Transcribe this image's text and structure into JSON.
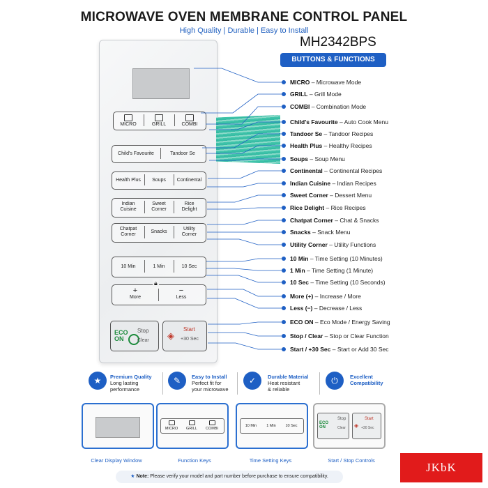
{
  "header": {
    "title": "MICROWAVE OVEN MEMBRANE CONTROL PANEL",
    "subtitle": "High Quality | Durable | Easy to Install",
    "model": "MH2342BPS",
    "banner": "BUTTONS & FUNCTIONS"
  },
  "panel": {
    "row1": [
      "MICRO",
      "GRILL",
      "COMBI"
    ],
    "row2": [
      "Child's Favourite",
      "Tandoor Se"
    ],
    "row3": [
      "Health Plus",
      "Soups",
      "Continental"
    ],
    "row4": [
      "Indian\nCuisine",
      "Sweet\nCorner",
      "Rice\nDelight"
    ],
    "row5": [
      "Chatpat\nCorner",
      "Snacks",
      "Utility\nCorner"
    ],
    "row6": [
      "10 Min",
      "1 Min",
      "10 Sec"
    ],
    "row7": {
      "plus_symbol": "+",
      "plus_label": "More",
      "minus_symbol": "−",
      "minus_label": "Less"
    },
    "eco": {
      "eco": "ECO",
      "on": "ON",
      "stop": "Stop",
      "clear": "Clear"
    },
    "start": {
      "start": "Start",
      "plus30": "+30 Sec"
    }
  },
  "functions": [
    {
      "name": "MICRO",
      "desc": "Microwave Mode"
    },
    {
      "name": "GRILL",
      "desc": "Grill Mode"
    },
    {
      "name": "COMBI",
      "desc": "Combination Mode"
    },
    {
      "name": "Child's Favourite",
      "desc": "Auto Cook Menu"
    },
    {
      "name": "Tandoor Se",
      "desc": "Tandoor Recipes"
    },
    {
      "name": "Health Plus",
      "desc": "Healthy Recipes"
    },
    {
      "name": "Soups",
      "desc": "Soup Menu"
    },
    {
      "name": "Continental",
      "desc": "Continental Recipes"
    },
    {
      "name": "Indian Cuisine",
      "desc": "Indian Recipes"
    },
    {
      "name": "Sweet Corner",
      "desc": "Dessert Menu"
    },
    {
      "name": "Rice Delight",
      "desc": "Rice Recipes"
    },
    {
      "name": "Chatpat Corner",
      "desc": "Chat & Snacks"
    },
    {
      "name": "Snacks",
      "desc": "Snack Menu"
    },
    {
      "name": "Utility Corner",
      "desc": "Utility Functions"
    },
    {
      "name": "10 Min",
      "desc": "Time Setting (10 Minutes)"
    },
    {
      "name": "1 Min",
      "desc": "Time Setting (1 Minute)"
    },
    {
      "name": "10 Sec",
      "desc": "Time Setting (10 Seconds)"
    },
    {
      "name": "More (+)",
      "desc": "Increase / More"
    },
    {
      "name": "Less (−)",
      "desc": "Decrease / Less"
    },
    {
      "name": "ECO ON",
      "desc": "Eco Mode / Energy Saving"
    },
    {
      "name": "Stop / Clear",
      "desc": "Stop or Clear Function"
    },
    {
      "name": "Start / +30 Sec",
      "desc": "Start or Add 30 Sec"
    }
  ],
  "features": [
    {
      "title": "Premium Quality",
      "line1": "Long lasting",
      "line2": "performance",
      "icon": "badge-icon"
    },
    {
      "title": "Easy to Install",
      "line1": "Perfect fit for",
      "line2": "your microwave",
      "icon": "wrench-icon"
    },
    {
      "title": "Durable Material",
      "line1": "Heat resistant",
      "line2": "& reliable",
      "icon": "shield-check-icon"
    },
    {
      "title": "Excellent",
      "line1": "Compatibility",
      "line2": "",
      "icon": "plug-icon"
    }
  ],
  "thumbnails": [
    {
      "caption": "Clear Display Window"
    },
    {
      "caption": "Function Keys",
      "keys": [
        "MICRO",
        "GRILL",
        "COMBI"
      ]
    },
    {
      "caption": "Time Setting Keys",
      "keys": [
        "10 Min",
        "1 Min",
        "10 Sec"
      ]
    },
    {
      "caption": "Start / Stop Controls",
      "eco": "ECO",
      "on": "ON",
      "stop": "Stop",
      "clear": "Clear",
      "start": "Start",
      "plus30": "+30 Sec"
    }
  ],
  "note": {
    "label": "Note:",
    "text": "Please verify your model and part number before purchase to ensure compatibility."
  },
  "brand": "JKbK",
  "colors": {
    "accent": "#1e5fc4",
    "ribbon": "#1fb59a",
    "brand": "#e11b1b"
  }
}
